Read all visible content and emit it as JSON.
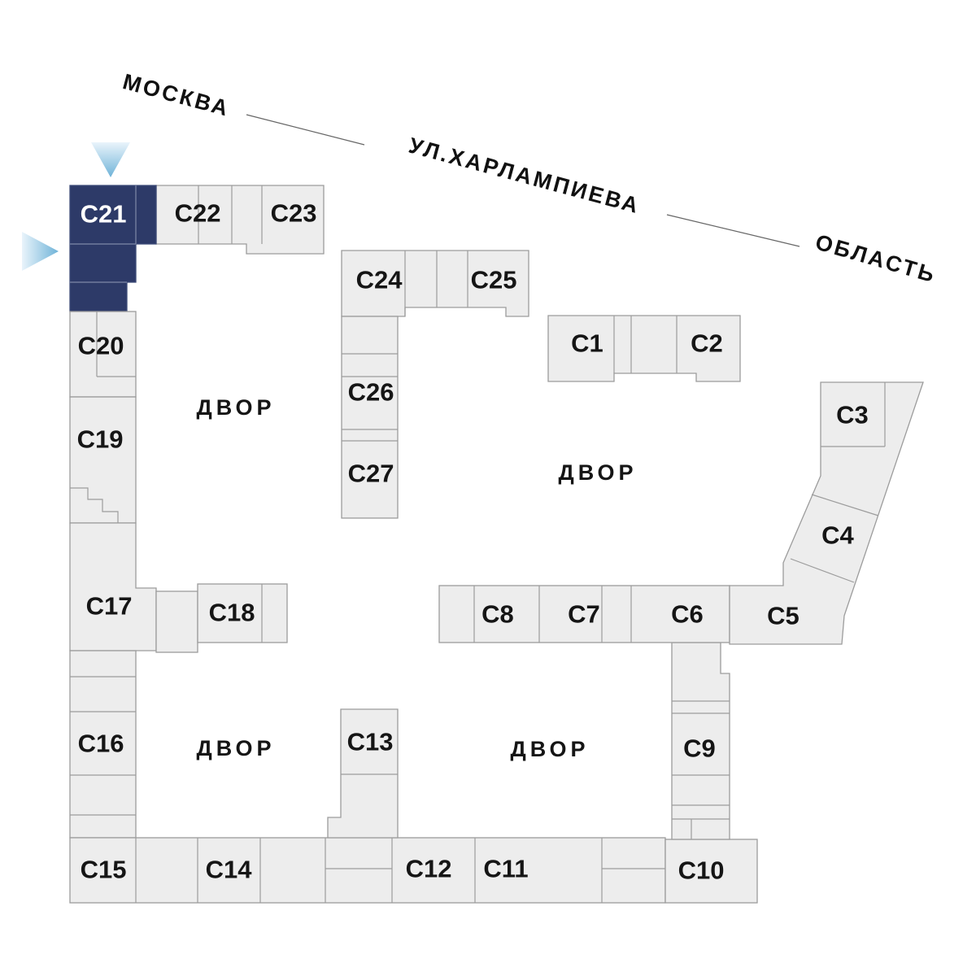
{
  "map": {
    "colors": {
      "highlight": "#2d3a68",
      "building_fill": "#ededed",
      "building_stroke": "#9c9c9c",
      "label_color": "#151515",
      "highlight_label_color": "#ffffff",
      "arrow_light": "#e6f3fb",
      "arrow_dark": "#6fb3d8",
      "street_line_color": "#666666"
    },
    "street": {
      "left_city_label": "МОСКВА",
      "street_name": "УЛ.ХАРЛАМПИЕВА",
      "right_region_label": "ОБЛАСТЬ"
    },
    "courtyard_label": "ДВОР",
    "highlighted_building": "С21",
    "buildings": [
      {
        "id": "C1",
        "label": "С1",
        "highlighted": false
      },
      {
        "id": "C2",
        "label": "С2",
        "highlighted": false
      },
      {
        "id": "C3",
        "label": "С3",
        "highlighted": false
      },
      {
        "id": "C4",
        "label": "С4",
        "highlighted": false
      },
      {
        "id": "C5",
        "label": "С5",
        "highlighted": false
      },
      {
        "id": "C6",
        "label": "С6",
        "highlighted": false
      },
      {
        "id": "C7",
        "label": "С7",
        "highlighted": false
      },
      {
        "id": "C8",
        "label": "С8",
        "highlighted": false
      },
      {
        "id": "C9",
        "label": "С9",
        "highlighted": false
      },
      {
        "id": "C10",
        "label": "С10",
        "highlighted": false
      },
      {
        "id": "C11",
        "label": "С11",
        "highlighted": false
      },
      {
        "id": "C12",
        "label": "С12",
        "highlighted": false
      },
      {
        "id": "C13",
        "label": "С13",
        "highlighted": false
      },
      {
        "id": "C14",
        "label": "С14",
        "highlighted": false
      },
      {
        "id": "C15",
        "label": "С15",
        "highlighted": false
      },
      {
        "id": "C16",
        "label": "С16",
        "highlighted": false
      },
      {
        "id": "C17",
        "label": "С17",
        "highlighted": false
      },
      {
        "id": "C18",
        "label": "С18",
        "highlighted": false
      },
      {
        "id": "C19",
        "label": "С19",
        "highlighted": false
      },
      {
        "id": "C20",
        "label": "С20",
        "highlighted": false
      },
      {
        "id": "C21",
        "label": "С21",
        "highlighted": true
      },
      {
        "id": "C22",
        "label": "С22",
        "highlighted": false
      },
      {
        "id": "C23",
        "label": "С23",
        "highlighted": false
      },
      {
        "id": "C24",
        "label": "С24",
        "highlighted": false
      },
      {
        "id": "C25",
        "label": "С25",
        "highlighted": false
      },
      {
        "id": "C26",
        "label": "С26",
        "highlighted": false
      },
      {
        "id": "C27",
        "label": "С27",
        "highlighted": false
      }
    ]
  }
}
